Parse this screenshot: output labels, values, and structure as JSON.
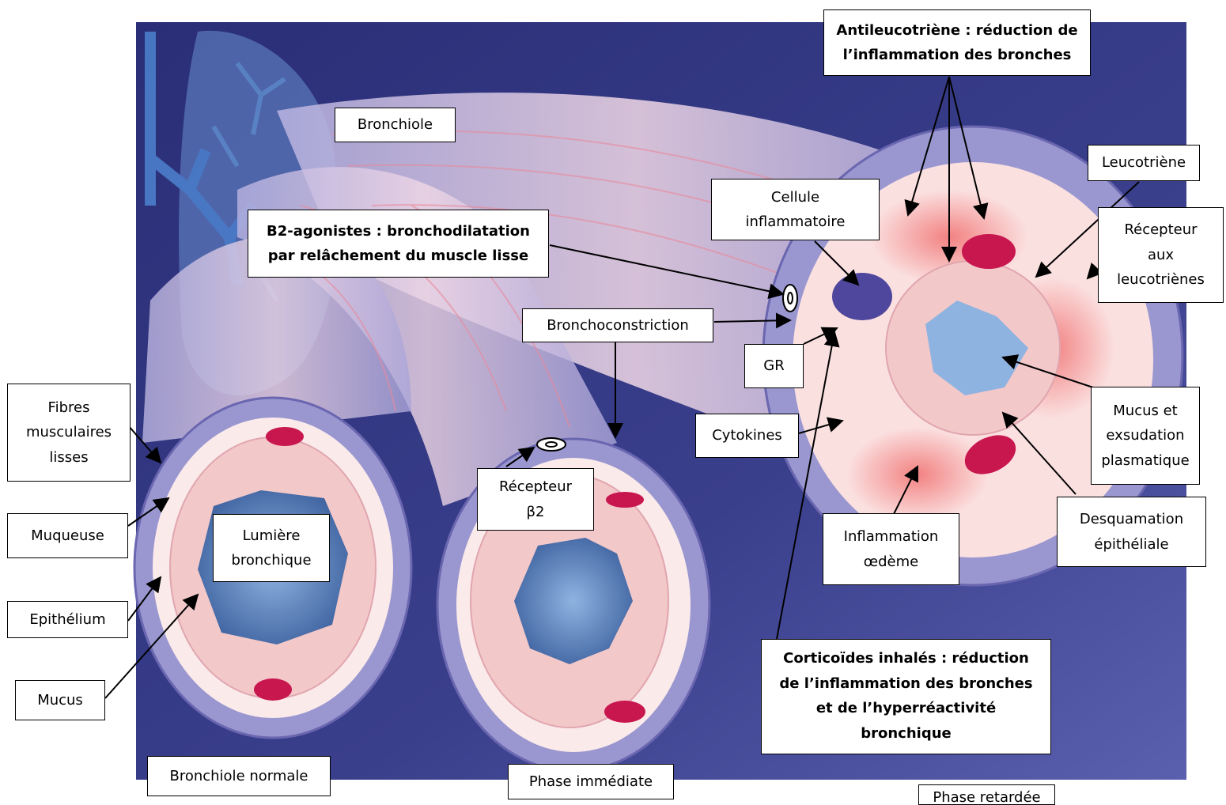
{
  "labels": {
    "antileucotriene": "Antileucotriène : réduction de\nl’inflammation des bronches",
    "bronchiole": "Bronchiole",
    "leucotriene": "Leucotriène",
    "cellule_inflammatoire": "Cellule\ninflammatoire",
    "recepteur_leucotrienes": "Récepteur\naux\nleucotriènes",
    "b2_agonistes": "B2-agonistes : bronchodilatation\npar relâchement du muscle lisse",
    "bronchoconstriction": "Bronchoconstriction",
    "gr": "GR",
    "fibres_musculaires": "Fibres\nmusculaires\nlisses",
    "cytokines": "Cytokines",
    "mucus_exsudation": "Mucus et\nexsudation\nplasmatique",
    "recepteur_b2": "Récepteur\nβ2",
    "muqueuse": "Muqueuse",
    "lumiere_bronchique": "Lumière\nbronchique",
    "inflammation_oedeme": "Inflammation\nœdème",
    "desquamation": "Desquamation\népithéliale",
    "epithelium": "Epithélium",
    "mucus": "Mucus",
    "corticoides": "Corticoïdes inhalés : réduction\nde l’inflammation des bronches\net de l’hyperréactivité\nbronchique",
    "bronchiole_normale": "Bronchiole normale",
    "phase_immediate": "Phase immédiate",
    "phase_retardee": "Phase retardée"
  },
  "colors": {
    "background": "#2b2f78",
    "bronchus_wall": "#9a97d0",
    "mucosa": "#fbe6e6",
    "epithelium": "#f4c9c9",
    "lumen": "#5a7fb8",
    "blood_cell": "#c8164f",
    "inflammation": "#f07878"
  }
}
